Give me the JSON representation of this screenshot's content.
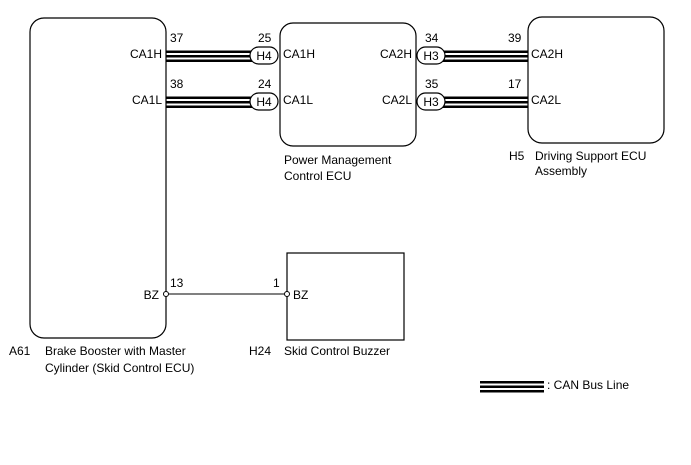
{
  "components": {
    "brake_booster": {
      "code": "A61",
      "name_line1": "Brake Booster with Master",
      "name_line2": "Cylinder (Skid Control ECU)",
      "pins": {
        "ca1h": "CA1H",
        "ca1l": "CA1L",
        "bz": "BZ"
      },
      "pin_numbers": {
        "ca1h": "37",
        "ca1l": "38",
        "bz": "13"
      }
    },
    "power_mgmt": {
      "name_line1": "Power Management",
      "name_line2": "Control ECU",
      "pins": {
        "ca1h": "CA1H",
        "ca1l": "CA1L",
        "ca2h": "CA2H",
        "ca2l": "CA2L"
      },
      "pin_numbers": {
        "ca1h": "25",
        "ca1l": "24",
        "ca2h": "34",
        "ca2l": "35"
      }
    },
    "driving_support": {
      "code": "H5",
      "name_line1": "Driving Support ECU",
      "name_line2": "Assembly",
      "pins": {
        "ca2h": "CA2H",
        "ca2l": "CA2L"
      },
      "pin_numbers": {
        "ca2h": "39",
        "ca2l": "17"
      }
    },
    "buzzer": {
      "code": "H24",
      "name": "Skid Control Buzzer",
      "pins": {
        "bz": "BZ"
      },
      "pin_numbers": {
        "bz": "1"
      }
    }
  },
  "connectors": {
    "pm_ca1h": "H4",
    "pm_ca1l": "H4",
    "pm_ca2h": "H3",
    "pm_ca2l": "H3"
  },
  "legend": {
    "label": ": CAN Bus Line"
  }
}
